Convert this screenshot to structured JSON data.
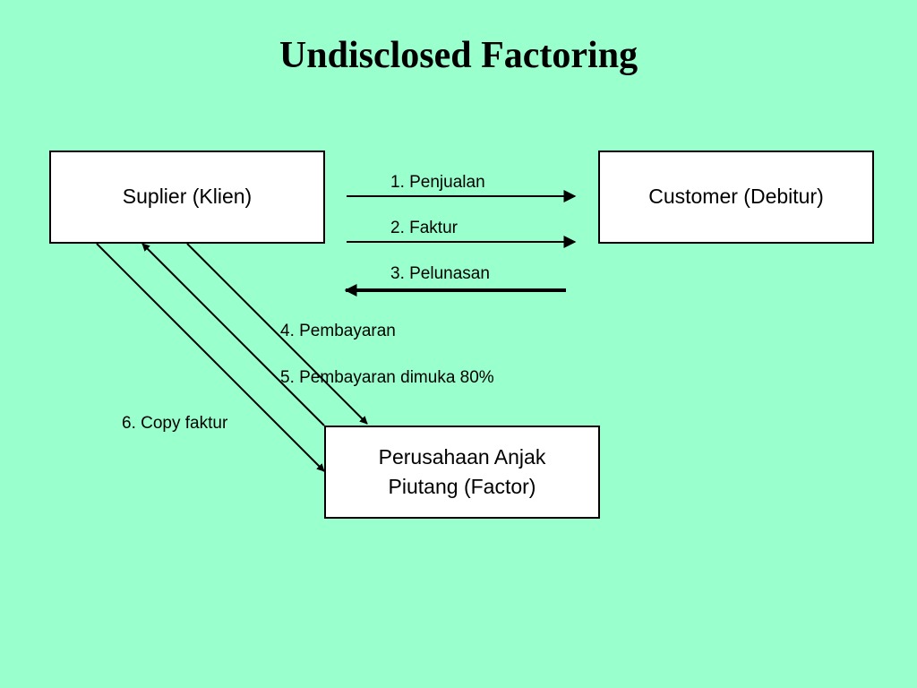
{
  "title": "Undisclosed Factoring",
  "nodes": {
    "supplier": "Suplier (Klien)",
    "customer": "Customer (Debitur)",
    "factor_line1": "Perusahaan Anjak",
    "factor_line2": "Piutang (Factor)"
  },
  "flows": {
    "penjualan": "1.  Penjualan",
    "faktur": "2.  Faktur",
    "pelunasan": "3.  Pelunasan",
    "pembayaran": "4.  Pembayaran",
    "pembayaran_dimuka": "5.  Pembayaran dimuka 80%",
    "copy_faktur": "6.  Copy faktur"
  }
}
